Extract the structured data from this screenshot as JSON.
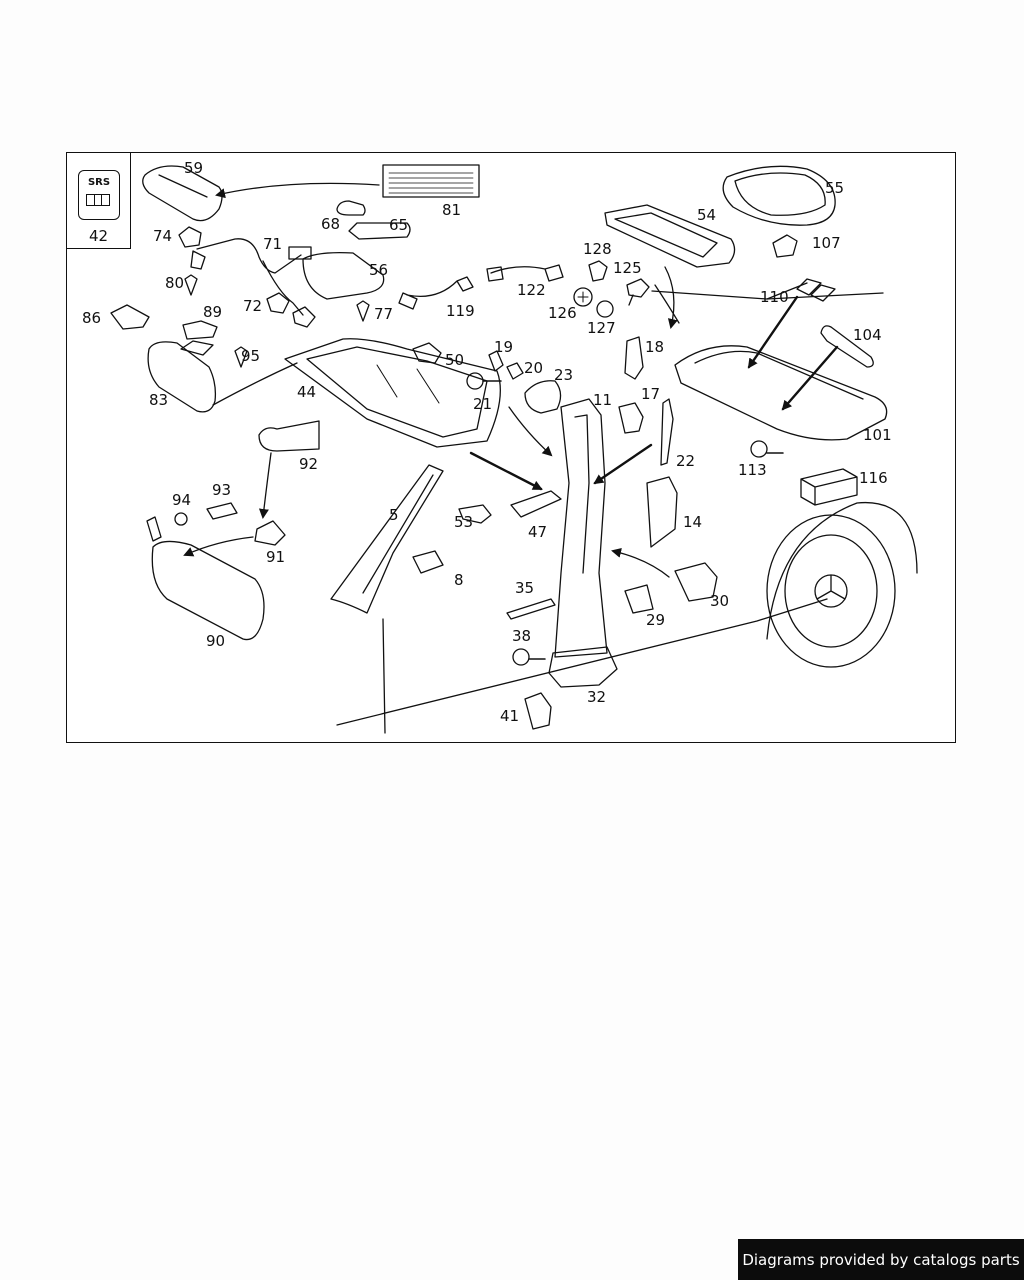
{
  "srs_box": {
    "badge_text": "SRS",
    "part_number": "42"
  },
  "part_labels": [
    "59",
    "81",
    "55",
    "74",
    "68",
    "65",
    "54",
    "71",
    "107",
    "128",
    "125",
    "80",
    "56",
    "110",
    "86",
    "72",
    "77",
    "119",
    "122",
    "126",
    "127",
    "89",
    "104",
    "95",
    "50",
    "19",
    "18",
    "83",
    "44",
    "20",
    "23",
    "21",
    "11",
    "17",
    "101",
    "92",
    "22",
    "113",
    "116",
    "94",
    "93",
    "5",
    "53",
    "47",
    "14",
    "91",
    "8",
    "35",
    "30",
    "29",
    "38",
    "90",
    "32",
    "41"
  ],
  "footer": {
    "text": "Diagrams provided by catalogs parts"
  }
}
